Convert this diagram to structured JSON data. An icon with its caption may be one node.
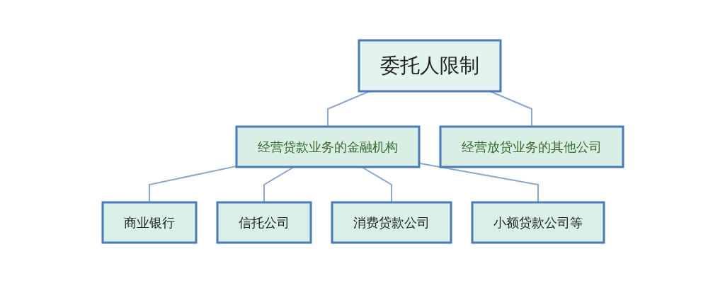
{
  "diagram": {
    "nodes": [
      {
        "text": [
          "委托人限制"
        ]
      },
      {
        "text": [
          "经营贷款业务的金融机构"
        ]
      },
      {
        "text": [
          "经营放贷业务的其他公司"
        ]
      },
      {
        "text": [
          "商业银行"
        ]
      },
      {
        "text": [
          "信托公司"
        ]
      },
      {
        "text": [
          "消费贷款公司"
        ]
      },
      {
        "text": [
          "小额贷款公司等"
        ]
      }
    ],
    "edges": [
      {
        "from": 0,
        "to": 1,
        "arrow": "none"
      },
      {
        "from": 0,
        "to": 2,
        "arrow": "none"
      },
      {
        "from": 1,
        "to": 3,
        "arrow": "none"
      },
      {
        "from": 1,
        "to": 4,
        "arrow": "none"
      },
      {
        "from": 1,
        "to": 5,
        "arrow": "none"
      },
      {
        "from": 1,
        "to": 6,
        "arrow": "none"
      }
    ]
  }
}
